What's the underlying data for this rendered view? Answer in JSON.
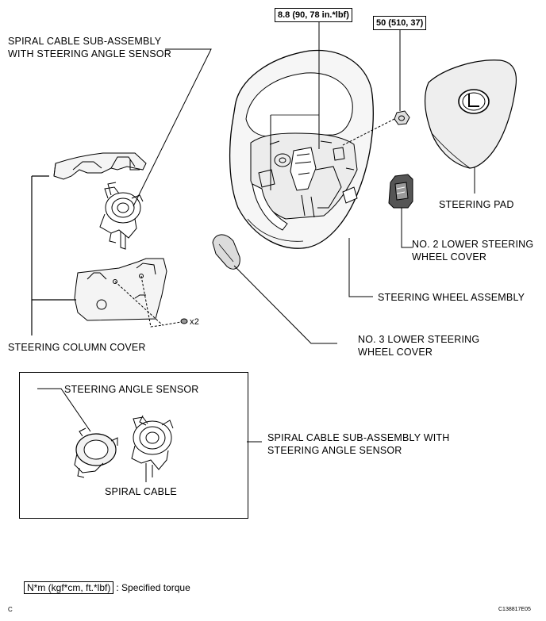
{
  "labels": {
    "spiral_top": "SPIRAL CABLE SUB-ASSEMBLY\nWITH STEERING ANGLE SENSOR",
    "steering_column_cover": "STEERING COLUMN COVER",
    "steering_pad": "STEERING PAD",
    "no2_lower": "NO. 2 LOWER STEERING\nWHEEL COVER",
    "steering_wheel_assembly": "STEERING WHEEL ASSEMBLY",
    "no3_lower": "NO. 3 LOWER STEERING\nWHEEL COVER",
    "steering_angle_sensor": "STEERING ANGLE SENSOR",
    "spiral_cable": "SPIRAL CABLE",
    "spiral_right": "SPIRAL CABLE SUB-ASSEMBLY WITH\nSTEERING ANGLE SENSOR",
    "x2": "x2"
  },
  "torque": {
    "wheel_nut": "8.8 (90, 78 in.*lbf)",
    "pad_bolt": "50 (510, 37)"
  },
  "legend": {
    "box_text": "N*m (kgf*cm, ft.*lbf)",
    "description": ": Specified torque"
  },
  "footer": {
    "left_code": "C",
    "right_code": "C138817E05"
  }
}
